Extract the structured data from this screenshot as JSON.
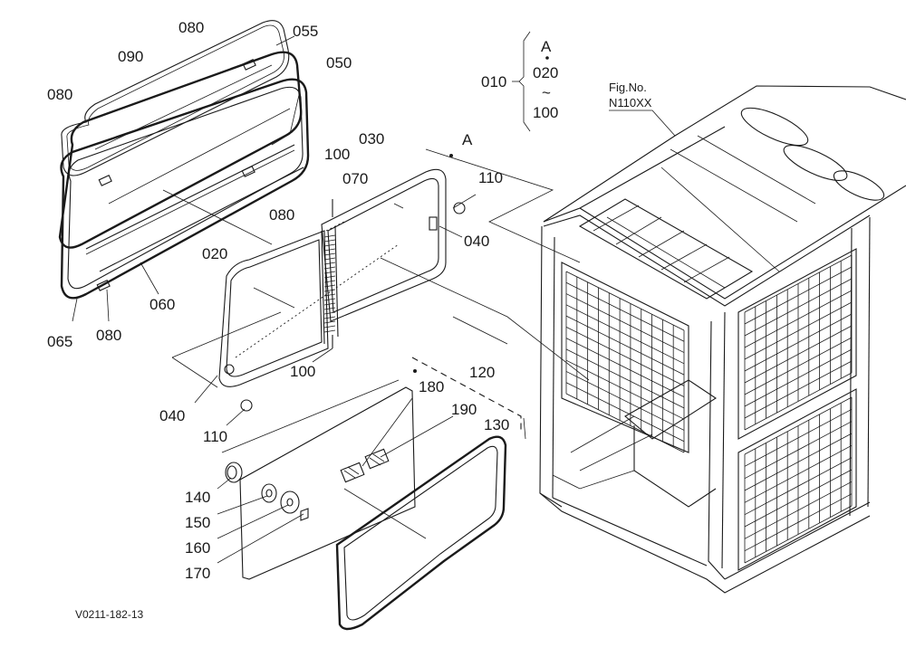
{
  "parts": {
    "p010": "010",
    "p020": "020",
    "p030": "030",
    "p040a": "040",
    "p040b": "040",
    "p050": "050",
    "p055": "055",
    "p060": "060",
    "p065": "065",
    "p070": "070",
    "p080a": "080",
    "p080b": "080",
    "p080c": "080",
    "p080d": "080",
    "p090": "090",
    "p100a": "100",
    "p100b": "100",
    "p110a": "110",
    "p110b": "110",
    "p120": "120",
    "p130": "130",
    "p140": "140",
    "p150": "150",
    "p160": "160",
    "p170": "170",
    "p180": "180",
    "p190": "190"
  },
  "range": {
    "ref": "A",
    "from": "020",
    "tilde": "~",
    "to": "100"
  },
  "callout_A": "A",
  "figure": {
    "label": "Fig.No.",
    "number": "N110XX"
  },
  "drawing_code": "V0211-182-13"
}
